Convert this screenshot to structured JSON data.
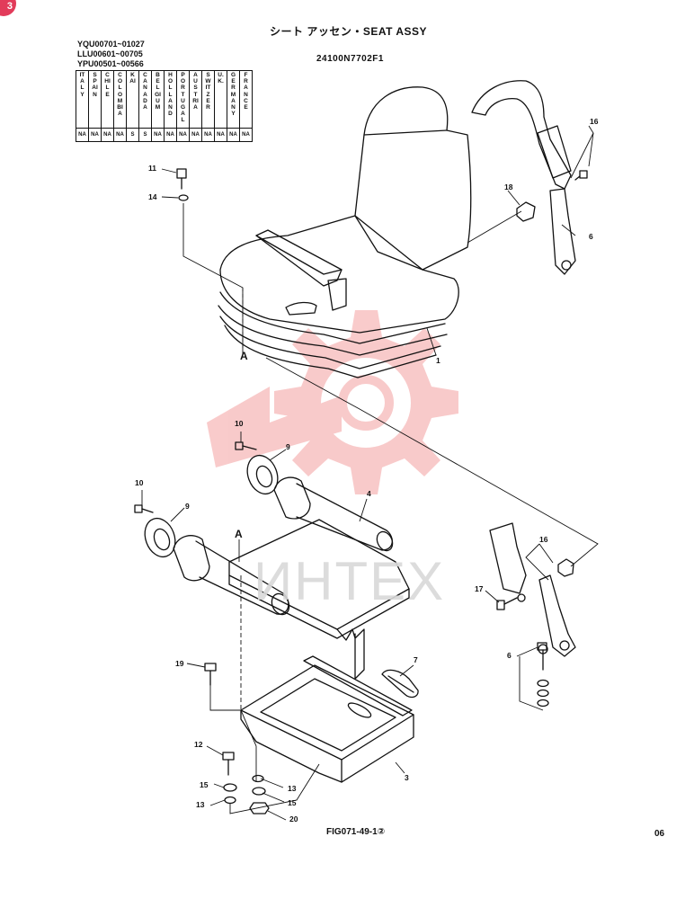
{
  "page": {
    "corner_badge": "3",
    "title": "シート アッセン・SEAT ASSY",
    "part_number": "24100N7702F1",
    "figure_ref": "FIG071-49-1②",
    "page_number": "06"
  },
  "serials": [
    "YQU00701~01027",
    "LLU00601~00705",
    "YPU00501~00566"
  ],
  "country_table": {
    "countries": [
      "ITALY",
      "SPAIN",
      "CHILE",
      "COLOMBIA",
      "KAI",
      "CANADA",
      "BELGIUM",
      "HOLLAND",
      "PORTUGAL",
      "AUSTRIA",
      "SWITZER",
      "U.K.",
      "GERMANY",
      "FRANCE"
    ],
    "codes": [
      "NA",
      "NA",
      "NA",
      "NA",
      "S",
      "S",
      "NA",
      "NA",
      "NA",
      "NA",
      "NA",
      "NA",
      "NA",
      "NA"
    ]
  },
  "watermark": {
    "text": "ИНТЕХ",
    "color": "#f4a0a0"
  },
  "callouts": [
    {
      "id": "c11",
      "label": "11"
    },
    {
      "id": "c14",
      "label": "14"
    },
    {
      "id": "cA1",
      "label": "A"
    },
    {
      "id": "c1",
      "label": "1"
    },
    {
      "id": "c16a",
      "label": "16"
    },
    {
      "id": "c18",
      "label": "18"
    },
    {
      "id": "c6a",
      "label": "6"
    },
    {
      "id": "c10a",
      "label": "10"
    },
    {
      "id": "c9a",
      "label": "9"
    },
    {
      "id": "c10b",
      "label": "10"
    },
    {
      "id": "c9b",
      "label": "9"
    },
    {
      "id": "c4",
      "label": "4"
    },
    {
      "id": "cA2",
      "label": "A"
    },
    {
      "id": "c16b",
      "label": "16"
    },
    {
      "id": "c17",
      "label": "17"
    },
    {
      "id": "c6b",
      "label": "6"
    },
    {
      "id": "c7",
      "label": "7"
    },
    {
      "id": "c19",
      "label": "19"
    },
    {
      "id": "c3",
      "label": "3"
    },
    {
      "id": "c12",
      "label": "12"
    },
    {
      "id": "c15a",
      "label": "15"
    },
    {
      "id": "c13a",
      "label": "13"
    },
    {
      "id": "c13b",
      "label": "13"
    },
    {
      "id": "c15b",
      "label": "15"
    },
    {
      "id": "c20",
      "label": "20"
    }
  ]
}
